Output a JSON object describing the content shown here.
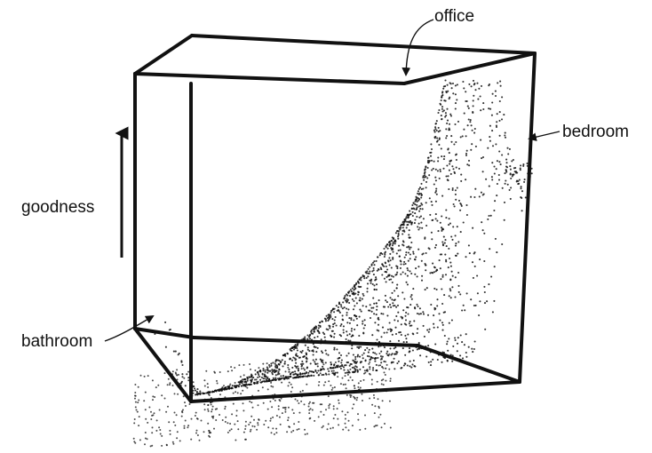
{
  "diagram": {
    "axis_label": "goodness",
    "labels": {
      "office": "office",
      "bedroom": "bedroom",
      "bathroom": "bathroom"
    },
    "colors": {
      "ink": "#111111",
      "background": "#ffffff"
    }
  }
}
